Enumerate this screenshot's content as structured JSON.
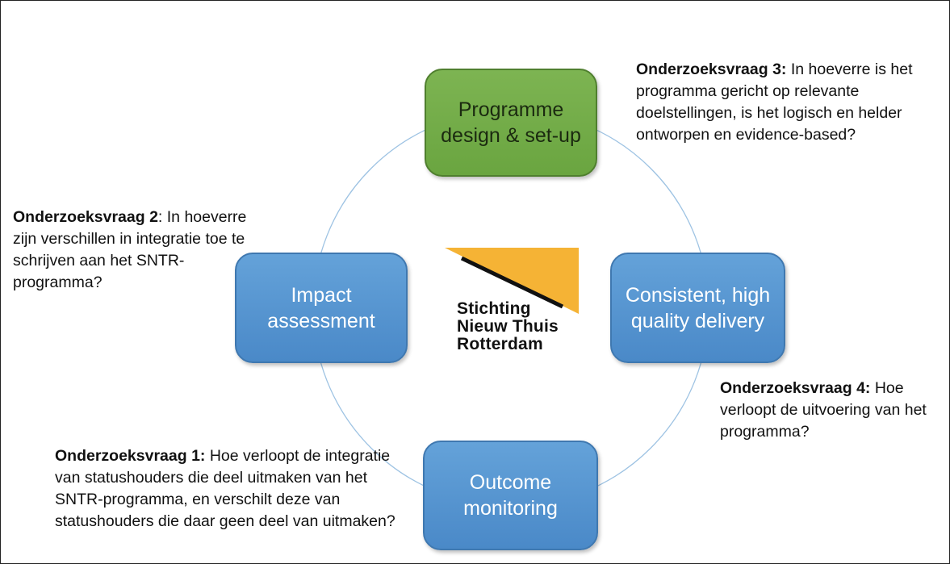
{
  "boxes": {
    "design": "Programme design & set-up",
    "impact": "Impact assessment",
    "delivery": "Consistent, high quality delivery",
    "outcome": "Outcome monitoring"
  },
  "questions": {
    "q3": {
      "label": "Onderzoeksvraag 3:",
      "text": " In hoeverre is het programma gericht op relevante doelstellingen, is het logisch en helder ontworpen en evidence-based?"
    },
    "q2": {
      "label": "Onderzoeksvraag 2",
      "text": ": In hoeverre zijn verschillen in integratie toe te schrijven aan het SNTR-programma?"
    },
    "q4": {
      "label": "Onderzoeksvraag 4:",
      "text": " Hoe verloopt de uitvoering van het programma?"
    },
    "q1": {
      "label": "Onderzoeksvraag 1:",
      "text": " Hoe verloopt de integratie van statushouders die deel uitmaken van het SNTR-programma, en verschilt deze van statushouders die daar geen deel van uitmaken?"
    }
  },
  "logo": {
    "line1": "Stichting",
    "line2": "Nieuw Thuis",
    "line3": "Rotterdam"
  },
  "colors": {
    "green_box": "#6aa540",
    "blue_box": "#4a89c8",
    "ring": "#9ec3e3",
    "logo_yellow": "#f5b335"
  }
}
